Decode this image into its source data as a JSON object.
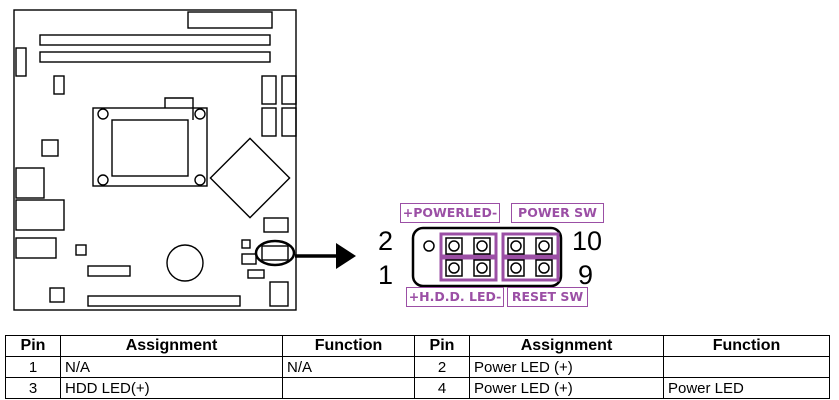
{
  "header": {
    "labels": {
      "power_led": "+POWERLED-",
      "power_sw": "POWER SW",
      "hdd_led": "+H.D.D. LED-",
      "reset_sw": "RESET SW"
    },
    "pin_numbers": {
      "top_left": "2",
      "bottom_left": "1",
      "top_right": "10",
      "bottom_right": "9"
    }
  },
  "colors": {
    "accent": "#9b4fa5",
    "line": "#000000"
  },
  "table": {
    "columns": [
      "Pin",
      "Assignment",
      "Function",
      "Pin",
      "Assignment",
      "Function"
    ],
    "rows": [
      [
        "1",
        "N/A",
        "N/A",
        "2",
        "Power LED (+)",
        ""
      ],
      [
        "3",
        "HDD LED(+)",
        "",
        "4",
        "Power LED (+)",
        "Power LED"
      ]
    ]
  }
}
